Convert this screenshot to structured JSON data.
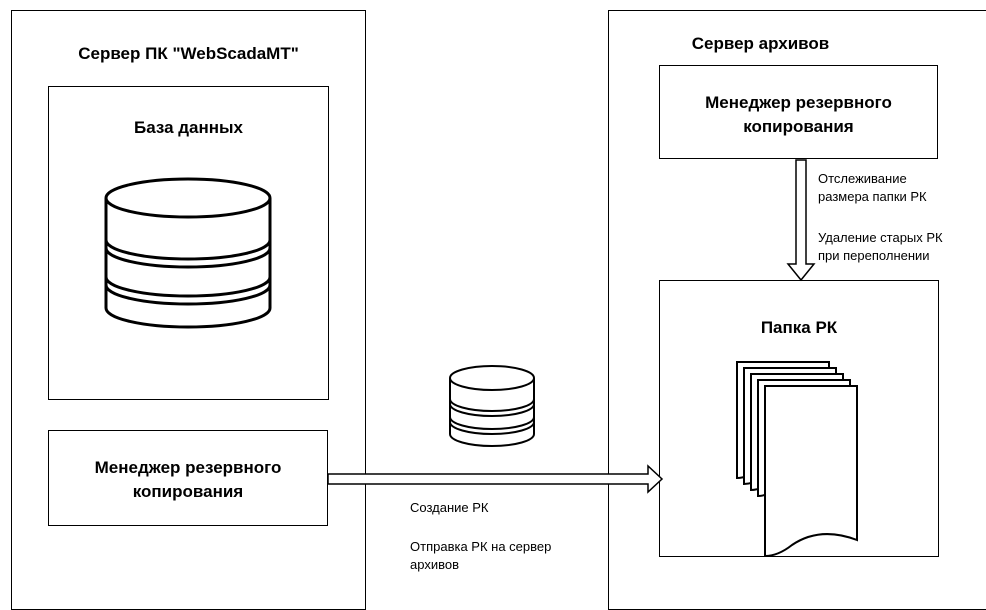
{
  "left_server": {
    "title": "Сервер ПК \"WebScadaMT\"",
    "database": {
      "title": "База данных"
    },
    "backup_manager": {
      "line1": "Менеджер резервного",
      "line2": "копирования"
    }
  },
  "right_server": {
    "title": "Сервер архивов",
    "backup_manager": {
      "line1": "Менеджер резервного",
      "line2": "копирования"
    },
    "folder": {
      "title": "Папка РК"
    }
  },
  "notes": {
    "monitor_line1": "Отслеживание",
    "monitor_line2": "размера папки РК",
    "delete_line1": "Удаление старых РК",
    "delete_line2": "при переполнении",
    "create": "Создание РК",
    "send_line1": "Отправка РК на сервер",
    "send_line2": "архивов"
  },
  "icons": [
    "database-icon",
    "document-stack-icon",
    "hollow-arrow-icon"
  ]
}
